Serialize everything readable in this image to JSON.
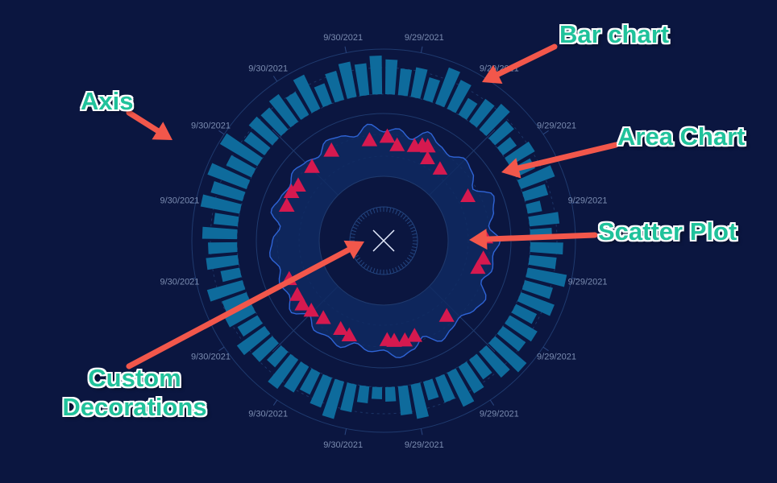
{
  "annotations": {
    "bar_chart": "Bar chart",
    "axis": "Axis",
    "area_chart": "Area Chart",
    "scatter_plot": "Scatter Plot",
    "custom_decorations_line1": "Custom",
    "custom_decorations_line2": "Decorations"
  },
  "colors": {
    "background": "#0b1640",
    "bars": "#0e6b9c",
    "area_fill": "#0f2a63",
    "area_stroke": "#2f64d6",
    "scatter": "#d6194f",
    "annotation_text": "#20c29b",
    "arrow": "#f2574b",
    "axis_text": "#7b8cb0"
  },
  "chart_data": {
    "type": "radial",
    "axis_labels": [
      "9/29/2021",
      "9/29/2021",
      "9/29/2021",
      "9/29/2021",
      "9/29/2021",
      "9/29/2021",
      "9/29/2021",
      "9/29/2021",
      "9/30/2021",
      "9/30/2021",
      "9/30/2021",
      "9/30/2021",
      "9/30/2021",
      "9/30/2021",
      "9/30/2021",
      "9/30/2021"
    ],
    "bar_values": [
      0.72,
      0.55,
      0.62,
      0.48,
      0.8,
      0.66,
      0.4,
      0.58,
      0.7,
      0.52,
      0.35,
      0.6,
      0.44,
      0.75,
      0.5,
      0.3,
      0.62,
      0.45,
      0.68,
      0.56,
      0.82,
      0.6,
      0.74,
      0.48,
      0.66,
      0.58,
      0.86,
      0.7,
      0.5,
      0.64,
      0.78,
      0.55,
      0.4,
      0.72,
      0.6,
      0.3,
      0.25,
      0.35,
      0.58,
      0.8,
      0.66,
      0.5,
      0.62,
      0.74,
      0.42,
      0.56,
      0.7,
      0.48,
      0.62,
      0.54,
      0.76,
      0.4,
      0.66,
      0.6,
      0.72,
      0.5,
      0.82,
      0.68,
      0.86,
      0.58,
      0.9,
      0.52,
      0.64,
      0.6,
      0.7,
      0.55,
      0.78,
      0.45,
      0.62,
      0.74,
      0.66,
      0.8
    ],
    "area_values": [
      0.55,
      0.62,
      0.48,
      0.7,
      0.58,
      0.52,
      0.66,
      0.6,
      0.45,
      0.72,
      0.63,
      0.5,
      0.68,
      0.57,
      0.61,
      0.49,
      0.7,
      0.64,
      0.53,
      0.59,
      0.67,
      0.46,
      0.62,
      0.71,
      0.56,
      0.6,
      0.5,
      0.66,
      0.58,
      0.63,
      0.48,
      0.69,
      0.55,
      0.61,
      0.52,
      0.65,
      0.59,
      0.47,
      0.68,
      0.6,
      0.54,
      0.64,
      0.58,
      0.5,
      0.66,
      0.62,
      0.53,
      0.7
    ],
    "scatter_points": [
      {
        "angle": 8,
        "value": 0.5
      },
      {
        "angle": 18,
        "value": 0.55
      },
      {
        "angle": 28,
        "value": 0.45
      },
      {
        "angle": 38,
        "value": 0.42
      },
      {
        "angle": 62,
        "value": 0.48
      },
      {
        "angle": 88,
        "value": 0.58
      },
      {
        "angle": 100,
        "value": 0.57
      },
      {
        "angle": 106,
        "value": 0.52
      },
      {
        "angle": 140,
        "value": 0.52
      },
      {
        "angle": 162,
        "value": 0.55
      },
      {
        "angle": 168,
        "value": 0.58
      },
      {
        "angle": 174,
        "value": 0.56
      },
      {
        "angle": 178,
        "value": 0.54
      },
      {
        "angle": 200,
        "value": 0.56
      },
      {
        "angle": 206,
        "value": 0.52
      },
      {
        "angle": 218,
        "value": 0.52
      },
      {
        "angle": 226,
        "value": 0.56
      },
      {
        "angle": 232,
        "value": 0.6
      },
      {
        "angle": 238,
        "value": 0.58
      },
      {
        "angle": 248,
        "value": 0.58
      },
      {
        "angle": 290,
        "value": 0.6
      },
      {
        "angle": 298,
        "value": 0.62
      },
      {
        "angle": 303,
        "value": 0.58
      },
      {
        "angle": 316,
        "value": 0.6
      },
      {
        "angle": 330,
        "value": 0.62
      },
      {
        "angle": 352,
        "value": 0.58
      },
      {
        "angle": 2,
        "value": 0.62
      },
      {
        "angle": 22,
        "value": 0.6
      },
      {
        "angle": 25,
        "value": 0.62
      }
    ]
  }
}
